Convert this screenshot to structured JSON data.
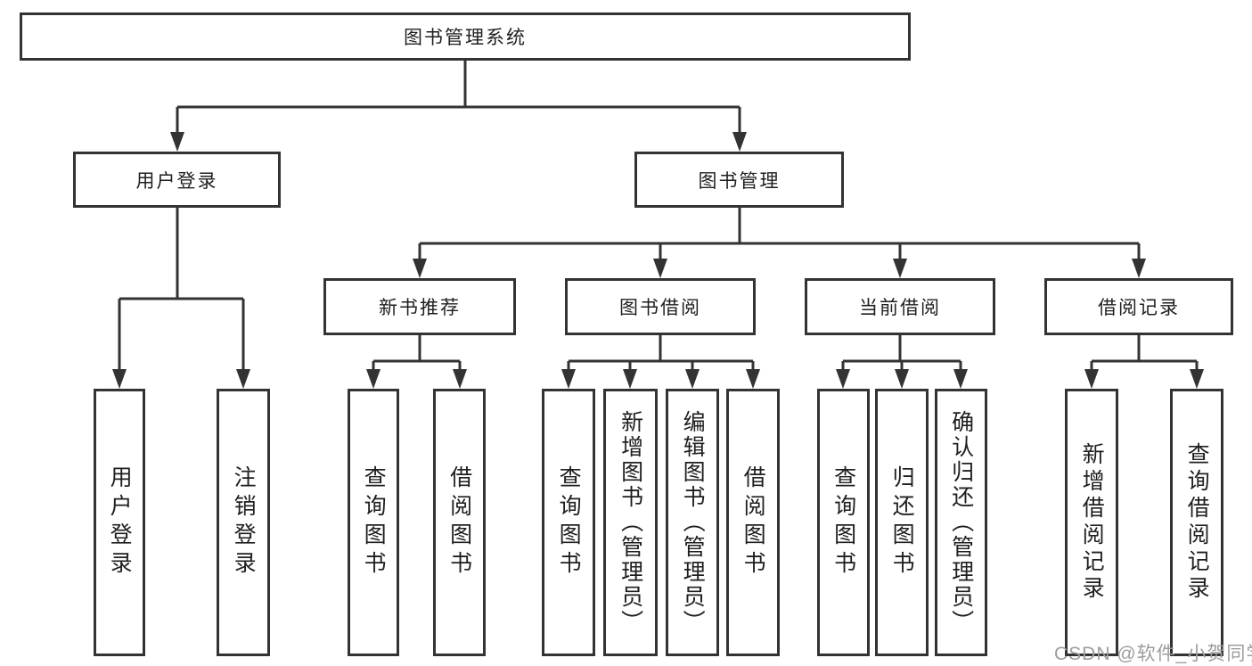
{
  "tree": {
    "label": "图书管理系统",
    "children": [
      {
        "label": "用户登录",
        "children": [
          {
            "label": "用户登录"
          },
          {
            "label": "注销登录"
          }
        ]
      },
      {
        "label": "图书管理",
        "children": [
          {
            "label": "新书推荐",
            "children": [
              {
                "label": "查询图书"
              },
              {
                "label": "借阅图书"
              }
            ]
          },
          {
            "label": "图书借阅",
            "children": [
              {
                "label": "查询图书"
              },
              {
                "label": "新增图书（管理员）"
              },
              {
                "label": "编辑图书（管理员）"
              },
              {
                "label": "借阅图书"
              }
            ]
          },
          {
            "label": "当前借阅",
            "children": [
              {
                "label": "查询图书"
              },
              {
                "label": "归还图书"
              },
              {
                "label": "确认归还（管理员）"
              }
            ]
          },
          {
            "label": "借阅记录",
            "children": [
              {
                "label": "新增借阅记录"
              },
              {
                "label": "查询借阅记录"
              }
            ]
          }
        ]
      }
    ]
  },
  "watermark": {
    "text": "CSDN @软件_小贺同学"
  },
  "colors": {
    "line": "#333333",
    "text": "#1f1f1f",
    "background": "#ffffff",
    "watermark": "#9d9d9d"
  }
}
